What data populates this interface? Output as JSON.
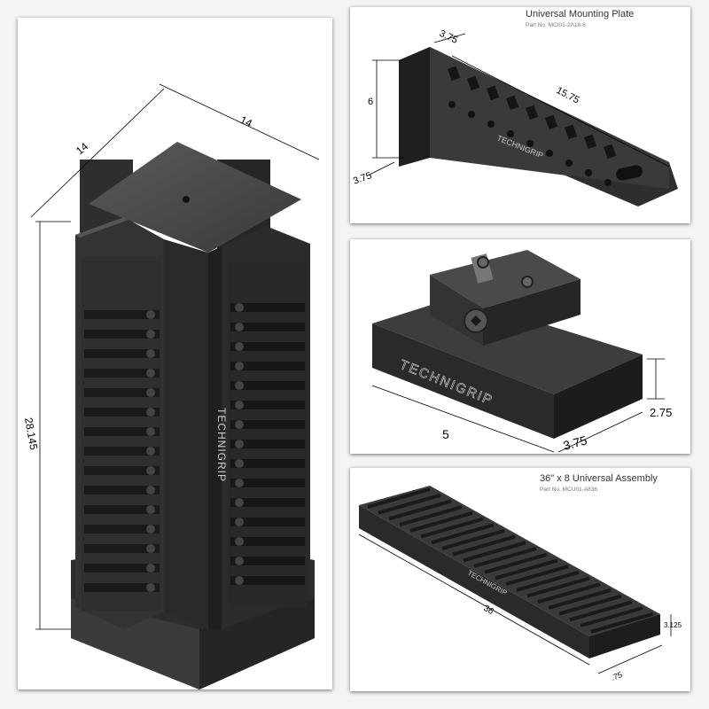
{
  "tower": {
    "dims": {
      "width_a": "14",
      "width_b": "14",
      "height": "28.145"
    },
    "brand": "TECHNIGRIP"
  },
  "mounting_plate": {
    "title": "Universal Mounting Plate",
    "part_no": "Part No. MCI01-2A16-6",
    "dims": {
      "top": "3.75",
      "length": "15.75",
      "height": "6",
      "bottom": "3.75"
    },
    "brand": "TECHNIGRIP"
  },
  "vise_block": {
    "dims": {
      "length": "5",
      "width": "3.75",
      "height": "2.75"
    },
    "brand": "TECHNIGRIP"
  },
  "assembly": {
    "title": "36\" x 8 Universal Assembly",
    "part_no": "Part No. MCU01-A836",
    "dims": {
      "length": "36",
      "height": "3.125",
      "depth": ".75"
    },
    "brand": "TECHNIGRIP"
  }
}
